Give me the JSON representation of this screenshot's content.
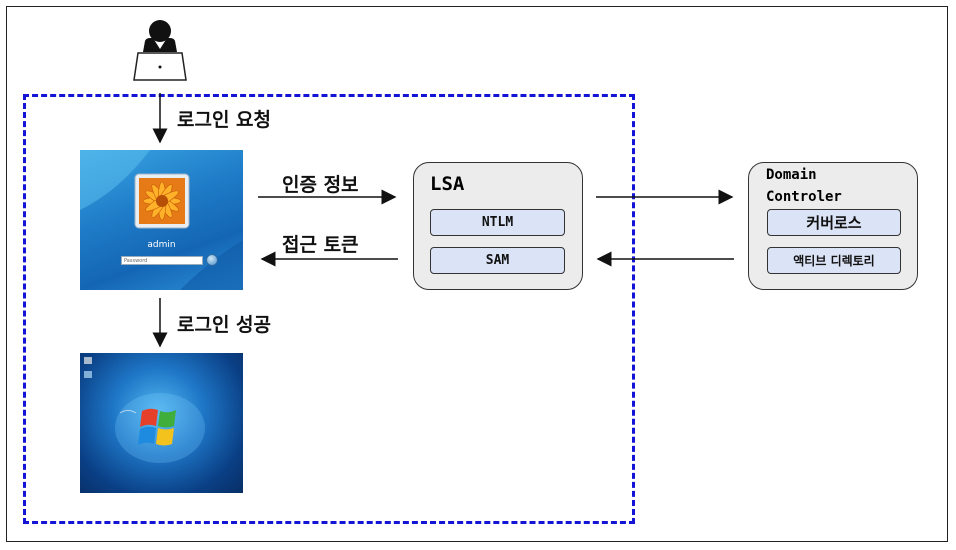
{
  "labels": {
    "login_request": "로그인 요청",
    "auth_info": "인증 정보",
    "access_token": "접근 토큰",
    "login_success": "로그인 성공"
  },
  "lsa": {
    "title": "LSA",
    "ntlm": "NTLM",
    "sam": "SAM"
  },
  "dc": {
    "title_line1": "Domain",
    "title_line2": "Controler",
    "kerberos": "커버로스",
    "active_directory": "액티브 디렉토리"
  },
  "login_screen": {
    "username": "admin",
    "password_placeholder": "Password"
  },
  "colors": {
    "dashed_border": "#1414d6",
    "pill_fill": "#dbe4f6",
    "box_fill": "#ececec"
  }
}
